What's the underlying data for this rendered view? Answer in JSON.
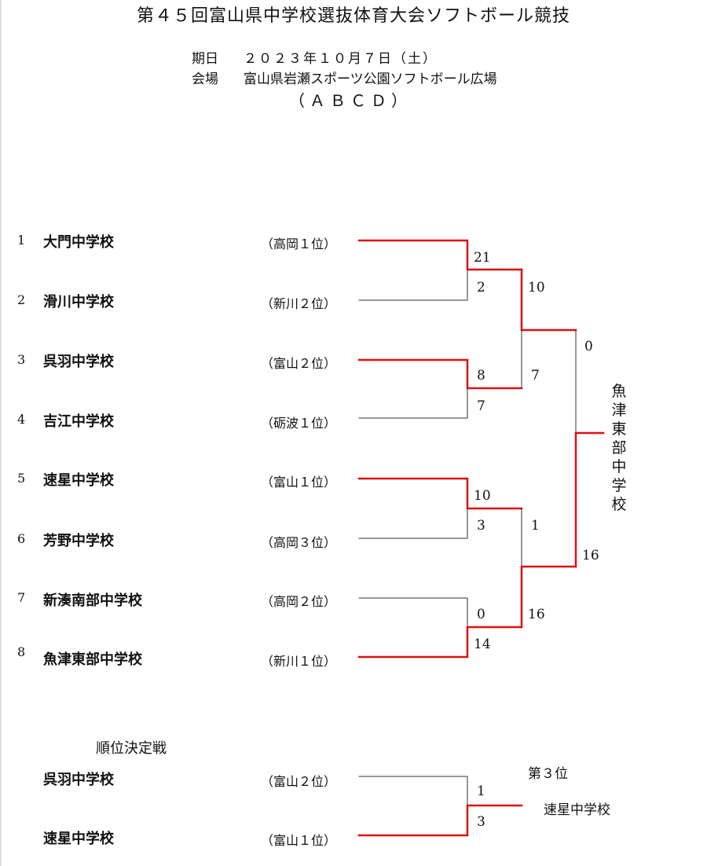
{
  "title": "第４５回富山県中学校選抜体育大会ソフトボール競技",
  "date_label": "期日",
  "date_value": "２０２３年１０月７日（土）",
  "venue_label": "会場",
  "venue_value": "富山県岩瀬スポーツ公園ソフトボール広場",
  "courts": "（ＡＢＣＤ）",
  "teams": [
    {
      "seed": "1",
      "name": "大門中学校",
      "qual": "（高岡１位）"
    },
    {
      "seed": "2",
      "name": "滑川中学校",
      "qual": "（新川２位）"
    },
    {
      "seed": "3",
      "name": "呉羽中学校",
      "qual": "（富山２位）"
    },
    {
      "seed": "4",
      "name": "吉江中学校",
      "qual": "（砺波１位）"
    },
    {
      "seed": "5",
      "name": "速星中学校",
      "qual": "（富山１位）"
    },
    {
      "seed": "6",
      "name": "芳野中学校",
      "qual": "（高岡３位）"
    },
    {
      "seed": "7",
      "name": "新湊南部中学校",
      "qual": "（高岡２位）"
    },
    {
      "seed": "8",
      "name": "魚津東部中学校",
      "qual": "（新川１位）"
    }
  ],
  "round1_scores": [
    {
      "top": "21",
      "bottom": "2"
    },
    {
      "top": "8",
      "bottom": "7"
    },
    {
      "top": "10",
      "bottom": "3"
    },
    {
      "top": "0",
      "bottom": "14"
    }
  ],
  "semifinal_scores": [
    {
      "top": "10",
      "bottom": "7"
    },
    {
      "top": "1",
      "bottom": "16"
    }
  ],
  "final_scores": {
    "top": "0",
    "bottom": "16"
  },
  "champion": "魚津東部中学校",
  "placement": {
    "title": "順位決定戦",
    "teams": [
      {
        "name": "呉羽中学校",
        "qual": "（富山２位）"
      },
      {
        "name": "速星中学校",
        "qual": "（富山１位）"
      }
    ],
    "scores": {
      "top": "1",
      "bottom": "3"
    },
    "result_label": "第３位",
    "result_team": "速星中学校"
  },
  "colors": {
    "winner_line": "#e01010",
    "loser_line": "#333333"
  }
}
